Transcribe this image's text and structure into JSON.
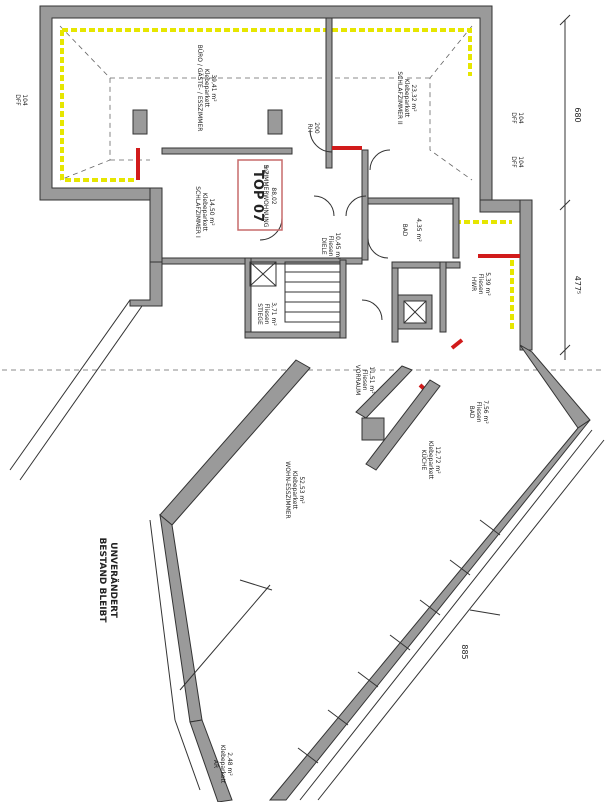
{
  "apartment": {
    "label": "TOP 07",
    "type": "5 ZIMMERWOHNUNG",
    "area": "88,02",
    "unit": "m2"
  },
  "rooms": [
    {
      "name": "BÜRO / GÄSTE- / ESSZIMMER",
      "floor": "Klebeparkett",
      "area": "39,41 m²"
    },
    {
      "name": "SCHLAFZIMMER I",
      "floor": "Klebeparkett",
      "area": "14,50 m²"
    },
    {
      "name": "SCHLAFZIMMER II",
      "floor": "Klebeparkett",
      "area": "23,32 m²"
    },
    {
      "name": "DIELE",
      "floor": "Fliesen",
      "area": "10,45 m²"
    },
    {
      "name": "BAD",
      "floor": "",
      "area": "4,35 m²"
    },
    {
      "name": "STIEGE",
      "floor": "Fliesen",
      "area": "3,71 m²"
    },
    {
      "name": "HWR",
      "floor": "Fliesen",
      "area": "5,39 m²"
    },
    {
      "name": "VORRAUM",
      "floor": "Fliesen",
      "area": "11,51 m²"
    },
    {
      "name": "WOHN-ESSZIMMER",
      "floor": "Klebeparkett",
      "area": "52,53 m²"
    },
    {
      "name": "KÜCHE",
      "floor": "Klebeparkett",
      "area": "12,72 m²"
    },
    {
      "name": "BAD",
      "floor": "Fliesen",
      "area": "7,56 m²"
    },
    {
      "name": "AR",
      "floor": "Klebeparkett",
      "area": "2,48 m²"
    }
  ],
  "notes": {
    "bestand_1": "BESTAND BLEIBT",
    "bestand_2": "UNVERÄNDERT"
  },
  "dimensions": {
    "right_top": "680",
    "right_mid": "477⁵",
    "right_bottom": "885"
  },
  "window_tags": [
    {
      "t1": "DFF",
      "t2": "104"
    },
    {
      "t1": "DFF",
      "t2": "104"
    },
    {
      "t1": "DFF",
      "t2": "104"
    },
    {
      "t1": "RH",
      "t2": "200"
    }
  ]
}
